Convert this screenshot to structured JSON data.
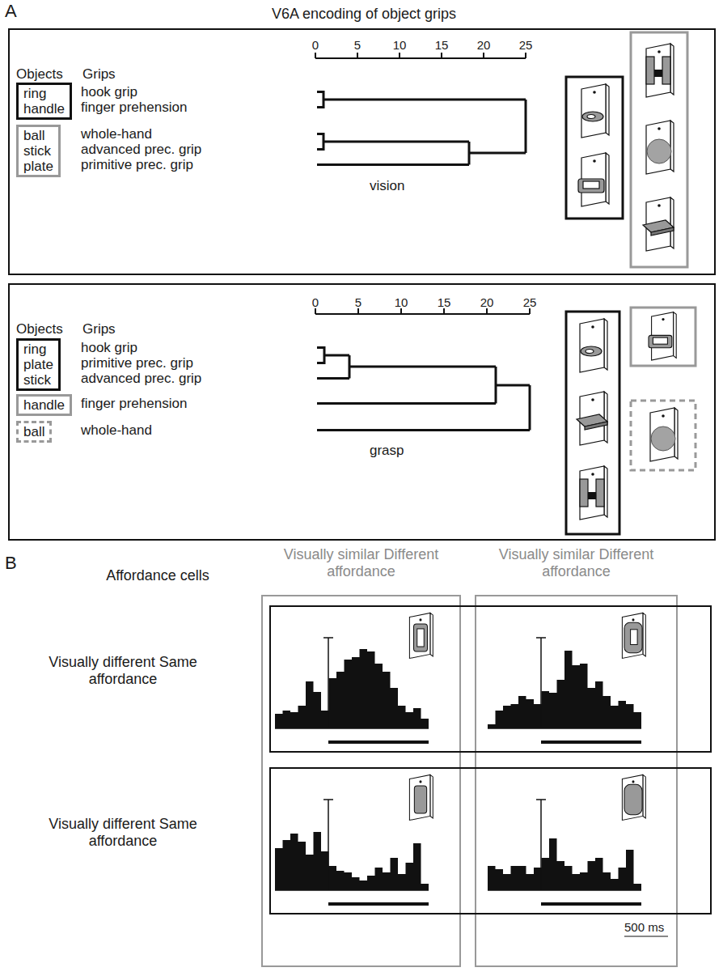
{
  "diagram": {
    "nodes": [
      {
        "text": [
          "Objects",
          "Grips",
          "vision"
        ]
      },
      {
        "text": [
          "ring",
          "handle"
        ],
        "in": 0
      },
      {
        "text": [
          "ball",
          "stick",
          "plate"
        ],
        "in": 0
      },
      {
        "text": [
          "Objects",
          "Grips",
          "grasp"
        ]
      },
      {
        "text": [
          "ring",
          "plate",
          "stick"
        ],
        "in": 3
      },
      {
        "text": [
          "handle"
        ],
        "in": 3
      },
      {
        "text": [
          "ball"
        ],
        "in": 3
      },
      {
        "text": [
          "Visually similar Different affordance"
        ]
      },
      {
        "text": [
          "Visually similar Different affordance"
        ]
      },
      {
        "text": [
          "Visually different Same affordance"
        ]
      },
      {
        "text": [
          "Visually different Same affordance"
        ]
      }
    ],
    "labels": [
      "A",
      "V6A encoding of object grips",
      "0",
      "5",
      "10",
      "15",
      "20",
      "25",
      "hook grip",
      "finger prehension",
      "whole-hand",
      "advanced prec. grip",
      "primitive prec. grip",
      "0",
      "5",
      "10",
      "15",
      "20",
      "25",
      "hook grip",
      "primitive prec. grip",
      "advanced prec. grip",
      "finger prehension",
      "whole-hand",
      "B",
      "Affordance cells",
      "500 ms"
    ]
  }
}
